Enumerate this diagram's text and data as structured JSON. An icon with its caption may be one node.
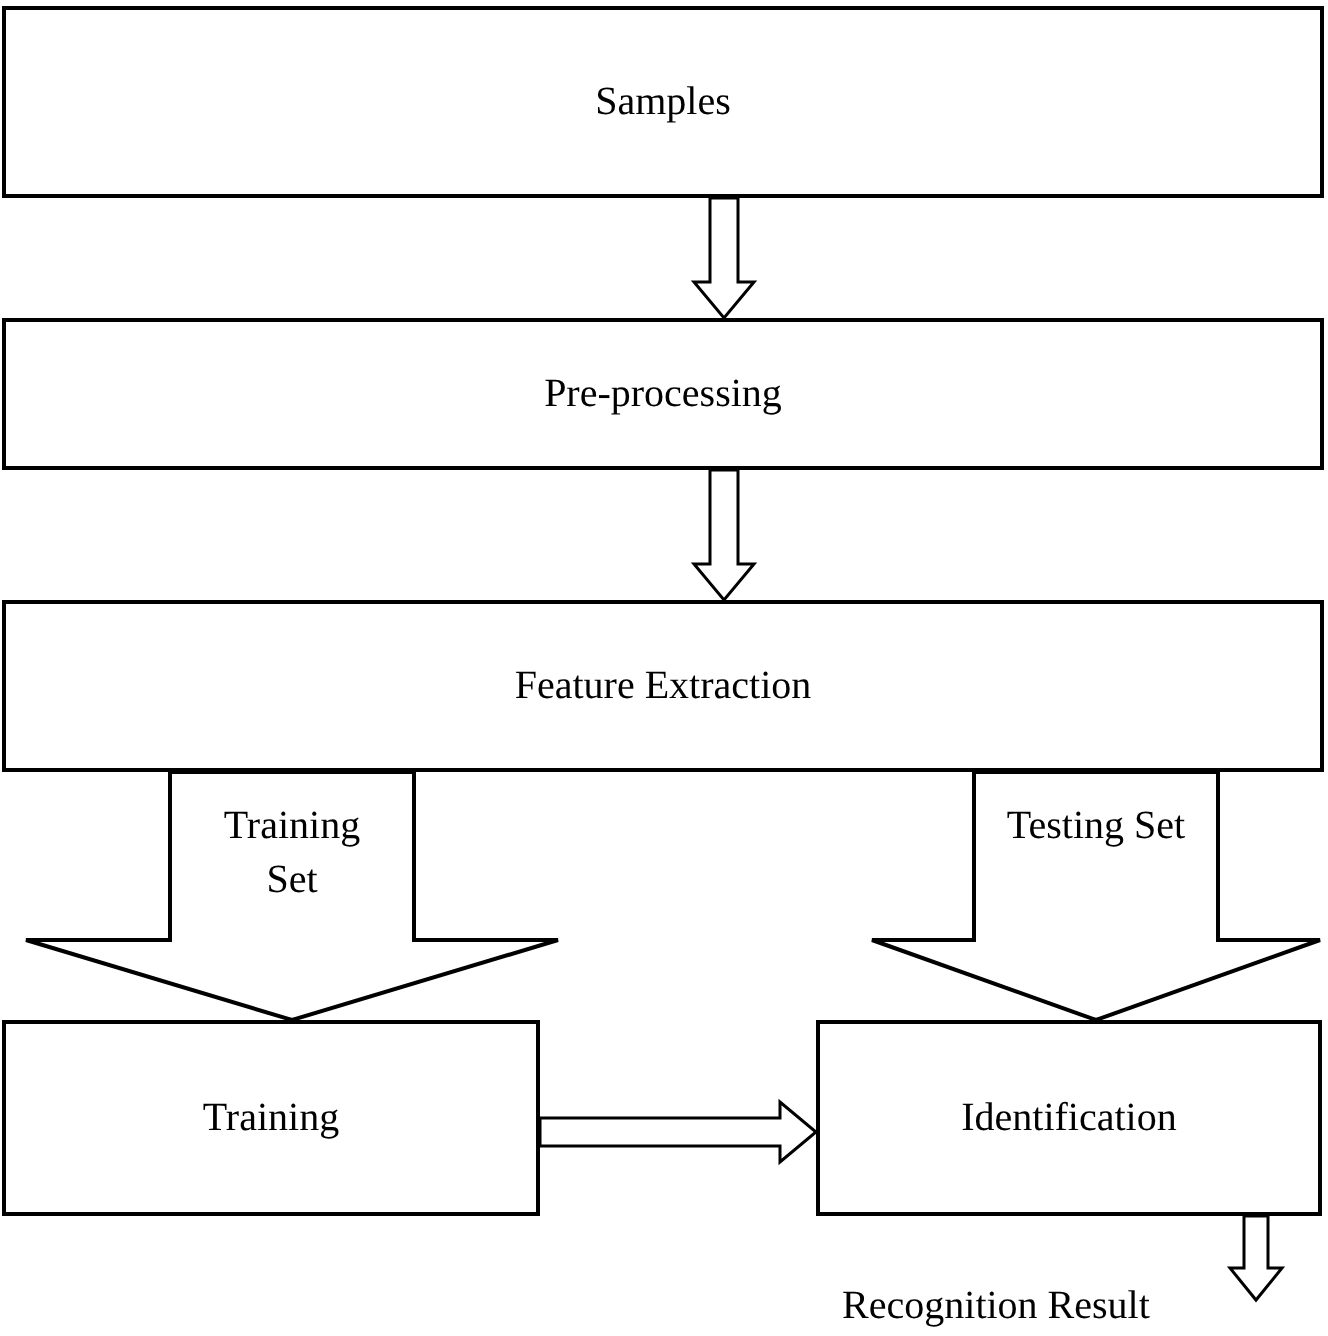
{
  "diagram": {
    "nodes": [
      {
        "text": [
          "Samples"
        ]
      },
      {
        "text": [
          "Pre-processing"
        ]
      },
      {
        "text": [
          "Feature Extraction"
        ]
      },
      {
        "text": [
          "Training"
        ]
      },
      {
        "text": [
          "Identification"
        ]
      }
    ],
    "edges": [
      {
        "from": 0,
        "to": 1,
        "arrow": "to"
      },
      {
        "from": 1,
        "to": 2,
        "arrow": "to"
      },
      {
        "from": 2,
        "to": 3,
        "arrow": "to",
        "label": "Training Set",
        "style": "thick"
      },
      {
        "from": 2,
        "to": 4,
        "arrow": "to",
        "label": "Testing Set",
        "style": "thick"
      },
      {
        "from": 3,
        "to": 4,
        "arrow": "to"
      },
      {
        "from": 4,
        "to": null,
        "arrow": "to",
        "label": "Recognition Result"
      }
    ]
  }
}
